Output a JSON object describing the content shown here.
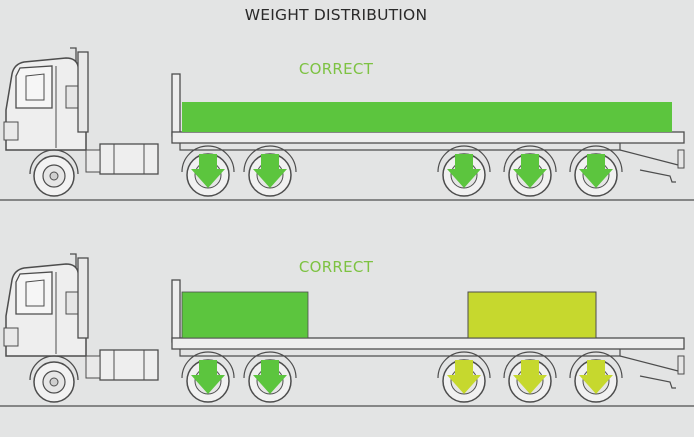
{
  "title": "WEIGHT DISTRIBUTION",
  "scenarios": [
    {
      "label": "CORRECT",
      "loads": [
        "full-length"
      ],
      "axle_colors": [
        "green",
        "green",
        "green",
        "green",
        "green"
      ]
    },
    {
      "label": "CORRECT",
      "loads": [
        "front-block",
        "rear-block"
      ],
      "axle_colors": [
        "green",
        "green",
        "lime",
        "lime",
        "lime"
      ]
    }
  ],
  "colors": {
    "background": "#e3e4e4",
    "load_green": "#5cc53e",
    "load_lime": "#c6d82e",
    "label_green": "#7dc242",
    "outline": "#4d4d4d"
  }
}
